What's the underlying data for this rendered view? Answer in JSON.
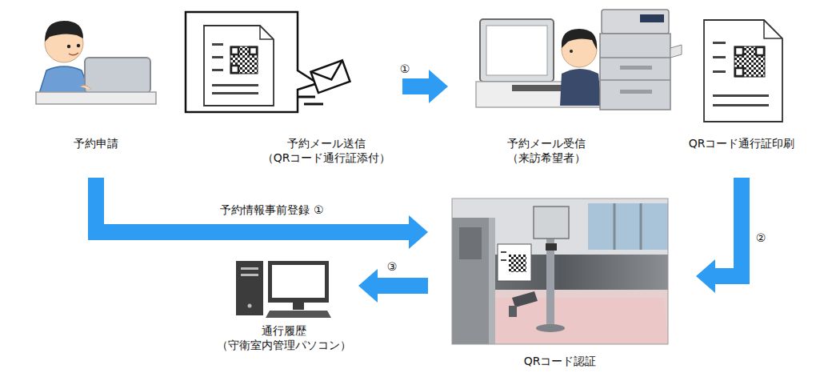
{
  "diagram": {
    "nodes": [
      {
        "text": [
          "予約申請"
        ]
      },
      {
        "text": [
          "予約メール送信 （QRコード通行証添付）"
        ]
      },
      {
        "text": [
          "予約メール受信 （来訪希望者）"
        ]
      },
      {
        "text": [
          "QRコード通行証印刷"
        ]
      },
      {
        "text": [
          "QRコード認証"
        ]
      },
      {
        "text": [
          "通行履歴 （守衛室内管理パソコン）"
        ]
      }
    ],
    "edges": [
      {
        "from": 1,
        "to": 2,
        "label": "①",
        "arrow": "to"
      },
      {
        "from": 0,
        "to": 4,
        "label": "予約情報事前登録 ①",
        "arrow": "to"
      },
      {
        "from": 3,
        "to": 4,
        "label": "②",
        "arrow": "to"
      },
      {
        "from": 4,
        "to": 5,
        "label": "③",
        "arrow": "to"
      }
    ]
  }
}
